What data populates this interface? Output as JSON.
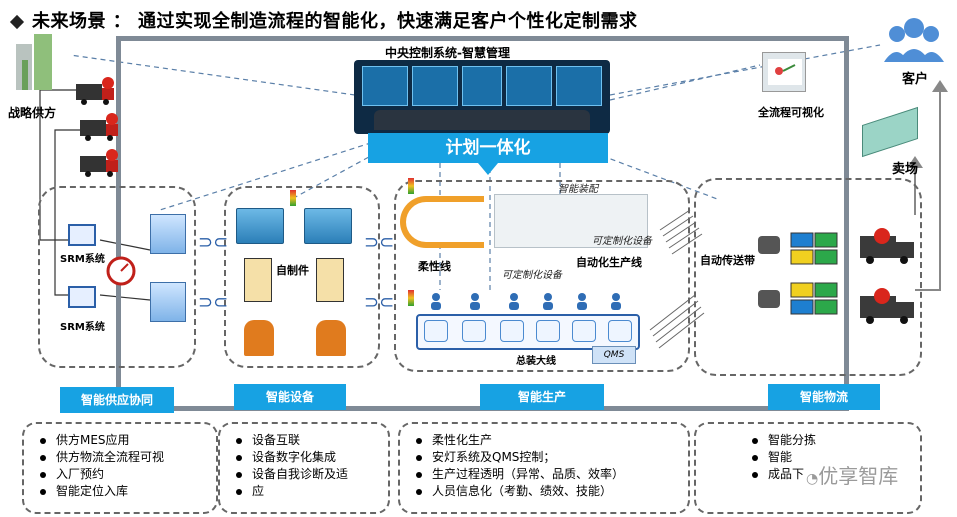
{
  "title": "未来场景 ： 通过实现全制造流程的智能化，快速满足客户个性化定制需求",
  "central": {
    "label": "中央控制系统-智慧管理",
    "plan_bar": "计划一体化"
  },
  "top_right": {
    "customer": "客户",
    "visualization": "全流程可视化",
    "market": "卖场"
  },
  "left": {
    "supplier": "战略供方",
    "srm1": "SRM系统",
    "srm2": "SRM系统"
  },
  "equipment": {
    "self_made": "自制件"
  },
  "production": {
    "flexible_line": "柔性线",
    "smart_assembly": "智能装配",
    "custom_device_1": "可定制化设备",
    "custom_device_2": "可定制化设备",
    "auto_line": "自动化生产线",
    "assembly_line": "总装大线",
    "qms": "QMS"
  },
  "logistics": {
    "conveyor": "自动传送带"
  },
  "sections": [
    {
      "tab": "智能供应协同",
      "bullets": [
        "供方MES应用",
        "供方物流全流程可视",
        "入厂预约",
        "智能定位入库"
      ]
    },
    {
      "tab": "智能设备",
      "bullets": [
        "设备互联",
        "设备数字化集成",
        "设备自我诊断及适",
        "应"
      ]
    },
    {
      "tab": "智能生产",
      "bullets": [
        "柔性化生产",
        "安灯系统及QMS控制；",
        "生产过程透明（异常、品质、效率）",
        "人员信息化（考勤、绩效、技能）"
      ]
    },
    {
      "tab": "智能物流",
      "bullets": [
        "智能分拣",
        "智能",
        "成品下"
      ]
    }
  ],
  "watermark": "优享智库",
  "colors": {
    "accent": "#17a2e3",
    "frame": "#7f8a96",
    "truck_red": "#d9261c",
    "people": "#2f6db5"
  }
}
